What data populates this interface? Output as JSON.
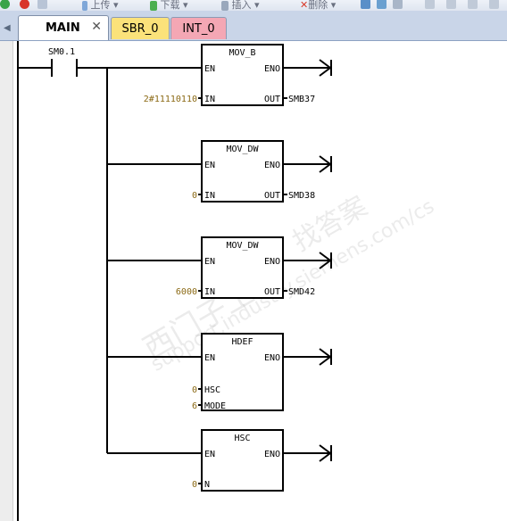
{
  "toolbar": {
    "upload_label": "上传",
    "download_label": "下载",
    "insert_label": "插入",
    "delete_label": "删除"
  },
  "tabs": [
    {
      "label": "MAIN",
      "active": true,
      "color": "#ffffff"
    },
    {
      "label": "SBR_0",
      "active": false,
      "color": "#fbe27a"
    },
    {
      "label": "INT_0",
      "active": false,
      "color": "#f4a7b4"
    }
  ],
  "tab_close_glyph": "✕",
  "ladder": {
    "contact": {
      "address": "SM0.1"
    },
    "boxes": [
      {
        "title": "MOV_B",
        "en": "EN",
        "eno": "ENO",
        "inputs": [
          {
            "pin": "IN",
            "value": "2#11110110"
          }
        ],
        "output": {
          "pin": "OUT",
          "address": "SMB37"
        }
      },
      {
        "title": "MOV_DW",
        "en": "EN",
        "eno": "ENO",
        "inputs": [
          {
            "pin": "IN",
            "value": "0"
          }
        ],
        "output": {
          "pin": "OUT",
          "address": "SMD38"
        }
      },
      {
        "title": "MOV_DW",
        "en": "EN",
        "eno": "ENO",
        "inputs": [
          {
            "pin": "IN",
            "value": "6000"
          }
        ],
        "output": {
          "pin": "OUT",
          "address": "SMD42"
        }
      },
      {
        "title": "HDEF",
        "en": "EN",
        "eno": "ENO",
        "inputs": [
          {
            "pin": "HSC",
            "value": "0"
          },
          {
            "pin": "MODE",
            "value": "6"
          }
        ]
      },
      {
        "title": "HSC",
        "en": "EN",
        "eno": "ENO",
        "inputs": [
          {
            "pin": "N",
            "value": "0"
          }
        ]
      }
    ]
  },
  "watermark": {
    "text_cn": "西门子工业",
    "text_url": "support.industry.siemens.com/cs",
    "text_cn2": "找答案"
  },
  "colors": {
    "operand_value": "#8b6914",
    "wire": "#000000",
    "tab_strip": "#c9d5e8",
    "sbr_tab": "#fbe27a",
    "int_tab": "#f4a7b4"
  }
}
